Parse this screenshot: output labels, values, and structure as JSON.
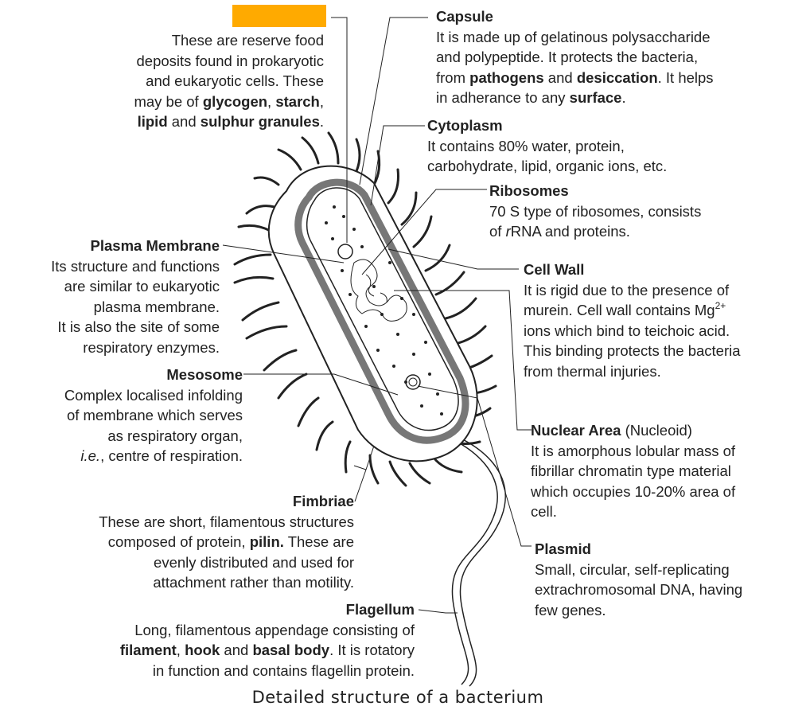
{
  "colors": {
    "highlight": "#FFAA00",
    "ink": "#222222",
    "wall": "#777777"
  },
  "reserve": {
    "l1": "These are reserve food",
    "l2": "deposits found in prokaryotic",
    "l3": "and eukaryotic cells. These",
    "l4a": "may be of ",
    "l4b": "glycogen",
    "l4c": ", ",
    "l4d": "starch",
    "l4e": ",",
    "l5a": "lipid",
    "l5b": " and ",
    "l5c": "sulphur granules",
    "l5d": "."
  },
  "capsule": {
    "title": "Capsule",
    "l1": "It is made up of gelatinous polysaccharide",
    "l2": "and polypeptide. It protects the bacteria,",
    "l3a": "from ",
    "l3b": "pathogens",
    "l3c": " and ",
    "l3d": "desiccation",
    "l3e": ". It helps",
    "l4a": "in adherance to any ",
    "l4b": "surface",
    "l4c": "."
  },
  "cytoplasm": {
    "title": "Cytoplasm",
    "l1": "It contains 80% water, protein,",
    "l2": "carbohydrate, lipid, organic ions, etc."
  },
  "ribosomes": {
    "title": "Ribosomes",
    "l1": "70 S type of ribosomes, consists",
    "l2a": "of ",
    "l2b": "r",
    "l2c": "RNA and proteins."
  },
  "cell_wall": {
    "title": "Cell Wall",
    "l1": "It is rigid due to the  presence of",
    "l2a": "murein. Cell wall contains Mg",
    "l2sup": "2+",
    "l3": "ions which bind to teichoic acid.",
    "l4": "This binding protects the bacteria",
    "l5": "from thermal injuries."
  },
  "plasma_membrane": {
    "title": "Plasma Membrane",
    "l1": "Its structure and functions",
    "l2": "are similar to eukaryotic",
    "l3": "plasma membrane.",
    "l4": "It is also the site of some",
    "l5": "respiratory enzymes."
  },
  "mesosome": {
    "title": "Mesosome",
    "l1": "Complex localised infolding",
    "l2": "of membrane which serves",
    "l3": "as respiratory organ,",
    "l4a": "i.e.",
    "l4b": ", centre of respiration."
  },
  "nuclear_area": {
    "title": "Nuclear Area",
    "sub": " (Nucleoid)",
    "l1": "It is amorphous lobular mass of",
    "l2": "fibrillar chromatin type material",
    "l3": "which occupies 10-20% area of",
    "l4": "cell."
  },
  "fimbriae": {
    "title": "Fimbriae",
    "l1": "These are short, filamentous structures",
    "l2a": "composed of protein, ",
    "l2b": "pilin.",
    "l2c": " These are",
    "l3": "evenly distributed and used for",
    "l4": "attachment rather than motility."
  },
  "plasmid": {
    "title": "Plasmid",
    "l1": "Small, circular, self-replicating",
    "l2": "extrachromosomal DNA, having",
    "l3": "few genes."
  },
  "flagellum": {
    "title": "Flagellum",
    "l1": "Long, filamentous appendage consisting of",
    "l2a": "filament",
    "l2b": ", ",
    "l2c": "hook",
    "l2d": " and ",
    "l2e": "basal body",
    "l2f": ". It is rotatory",
    "l3": "in function and contains flagellin protein."
  },
  "caption": "Detailed structure of a bacterium"
}
